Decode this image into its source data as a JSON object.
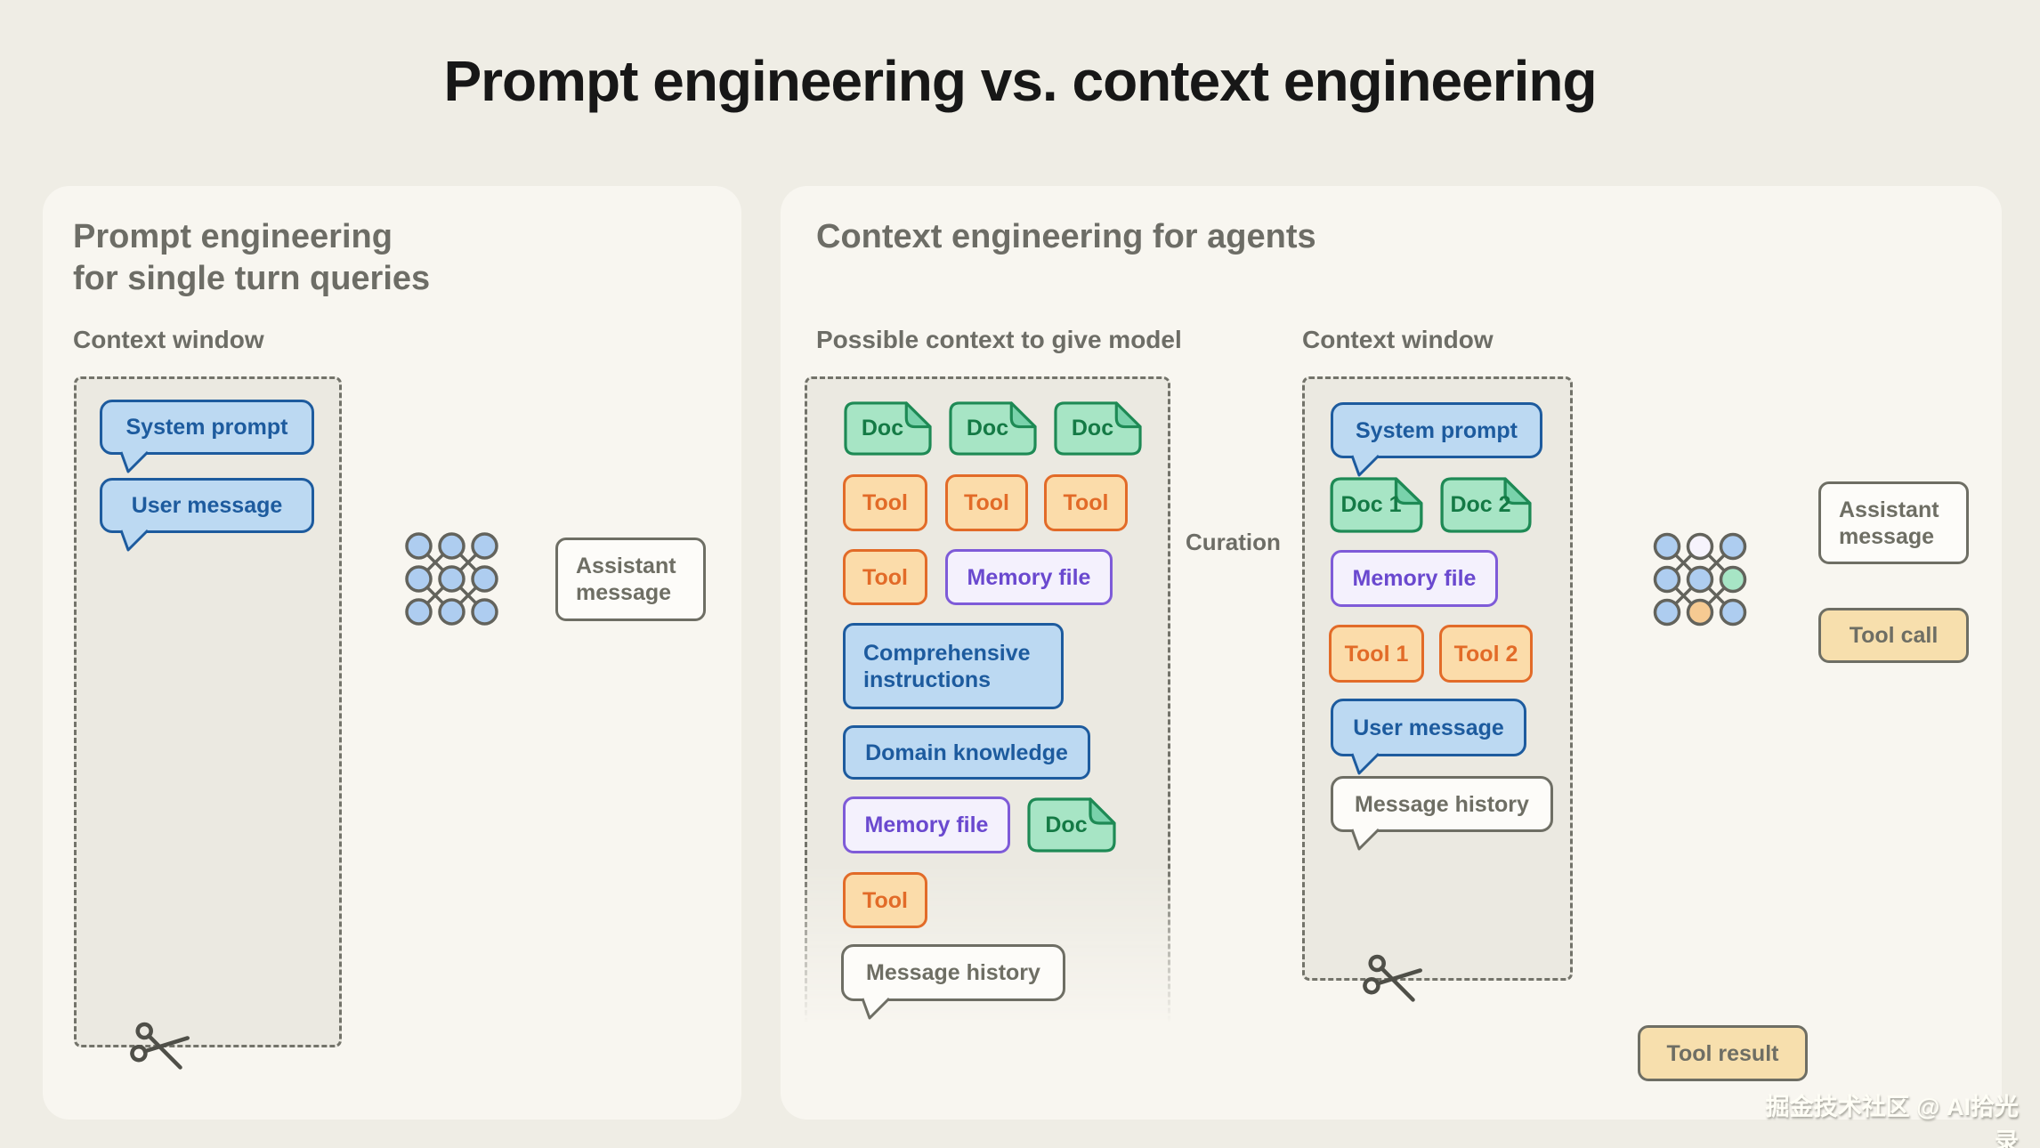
{
  "page": {
    "title": "Prompt engineering vs. context engineering",
    "watermark": "掘金技术社区 @ AI拾光录"
  },
  "colors": {
    "page_bg": "#efede5",
    "panel_bg": "#f8f6f0",
    "dashed_box_bg": "#ebe9e1",
    "blue_fill": "#bcd9f2",
    "blue_border": "#1d5b9e",
    "green_fill": "#a7e5c5",
    "green_border": "#1e8a55",
    "orange_fill": "#fbdcaa",
    "orange_border": "#e26b28",
    "purple_fill": "#f4f1fd",
    "purple_border": "#7e5bd8",
    "tan_fill": "#f7dfad",
    "neutral_gray": "#6e6e64"
  },
  "icons": {
    "model": "neural-network-icon (3x3 linked nodes)",
    "trim": "scissors-icon",
    "doc": "document-with-folded-corner-icon",
    "bubble": "speech-bubble-with-tail"
  },
  "left_panel": {
    "title_line1": "Prompt engineering",
    "title_line2": "for single turn queries",
    "context_window_label": "Context window",
    "context_window_items": [
      {
        "label": "System prompt"
      },
      {
        "label": "User message"
      }
    ],
    "assistant_message": "Assistant message"
  },
  "right_panel": {
    "title": "Context engineering for agents",
    "curation_label": "Curation",
    "possible_context": {
      "label": "Possible context to give model",
      "items": [
        {
          "type": "doc",
          "label": "Doc"
        },
        {
          "type": "doc",
          "label": "Doc"
        },
        {
          "type": "doc",
          "label": "Doc"
        },
        {
          "type": "tool",
          "label": "Tool"
        },
        {
          "type": "tool",
          "label": "Tool"
        },
        {
          "type": "tool",
          "label": "Tool"
        },
        {
          "type": "tool",
          "label": "Tool"
        },
        {
          "type": "memory",
          "label": "Memory file"
        },
        {
          "type": "instructions",
          "label": "Comprehensive instructions"
        },
        {
          "type": "knowledge",
          "label": "Domain knowledge"
        },
        {
          "type": "memory",
          "label": "Memory file"
        },
        {
          "type": "doc",
          "label": "Doc"
        },
        {
          "type": "tool",
          "label": "Tool"
        },
        {
          "type": "bubble",
          "label": "Message history"
        }
      ]
    },
    "context_window": {
      "label": "Context window",
      "items": [
        {
          "type": "bubble-blue",
          "label": "System prompt"
        },
        {
          "type": "doc",
          "label": "Doc 1"
        },
        {
          "type": "doc",
          "label": "Doc 2"
        },
        {
          "type": "memory",
          "label": "Memory file"
        },
        {
          "type": "tool",
          "label": "Tool 1"
        },
        {
          "type": "tool",
          "label": "Tool 2"
        },
        {
          "type": "bubble-blue",
          "label": "User message"
        },
        {
          "type": "bubble-white",
          "label": "Message history"
        }
      ]
    },
    "outputs": {
      "assistant_message": "Assistant message",
      "tool_call": "Tool call",
      "tool_result": "Tool result"
    }
  }
}
